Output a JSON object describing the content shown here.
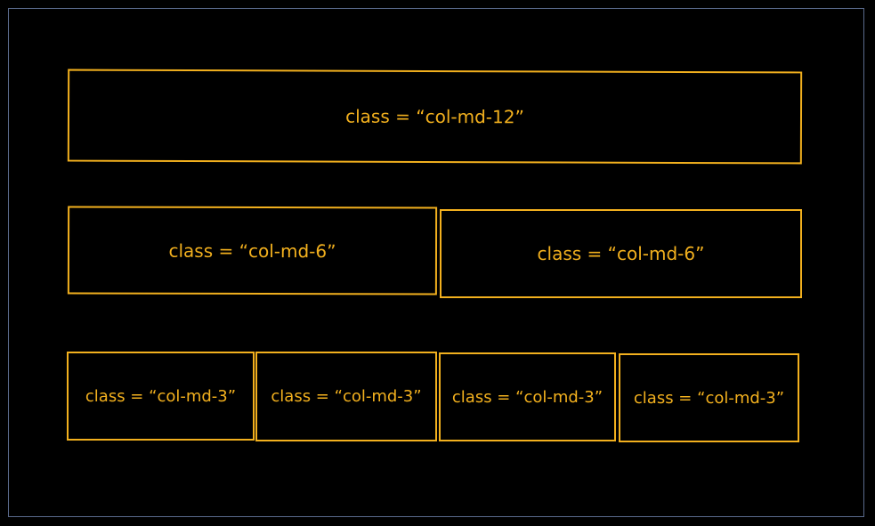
{
  "colors": {
    "background": "#000000",
    "frame_border": "#5a6a8c",
    "box_border": "#f2b01e",
    "label_text": "#f2b01e"
  },
  "rows": [
    {
      "cells": [
        {
          "label": "class = “col-md-12”"
        }
      ]
    },
    {
      "cells": [
        {
          "label": "class = “col-md-6”"
        },
        {
          "label": "class = “col-md-6”"
        }
      ]
    },
    {
      "cells": [
        {
          "label": "class = “col-md-3”"
        },
        {
          "label": "class = “col-md-3”"
        },
        {
          "label": "class = “col-md-3”"
        },
        {
          "label": "class = “col-md-3”"
        }
      ]
    }
  ]
}
